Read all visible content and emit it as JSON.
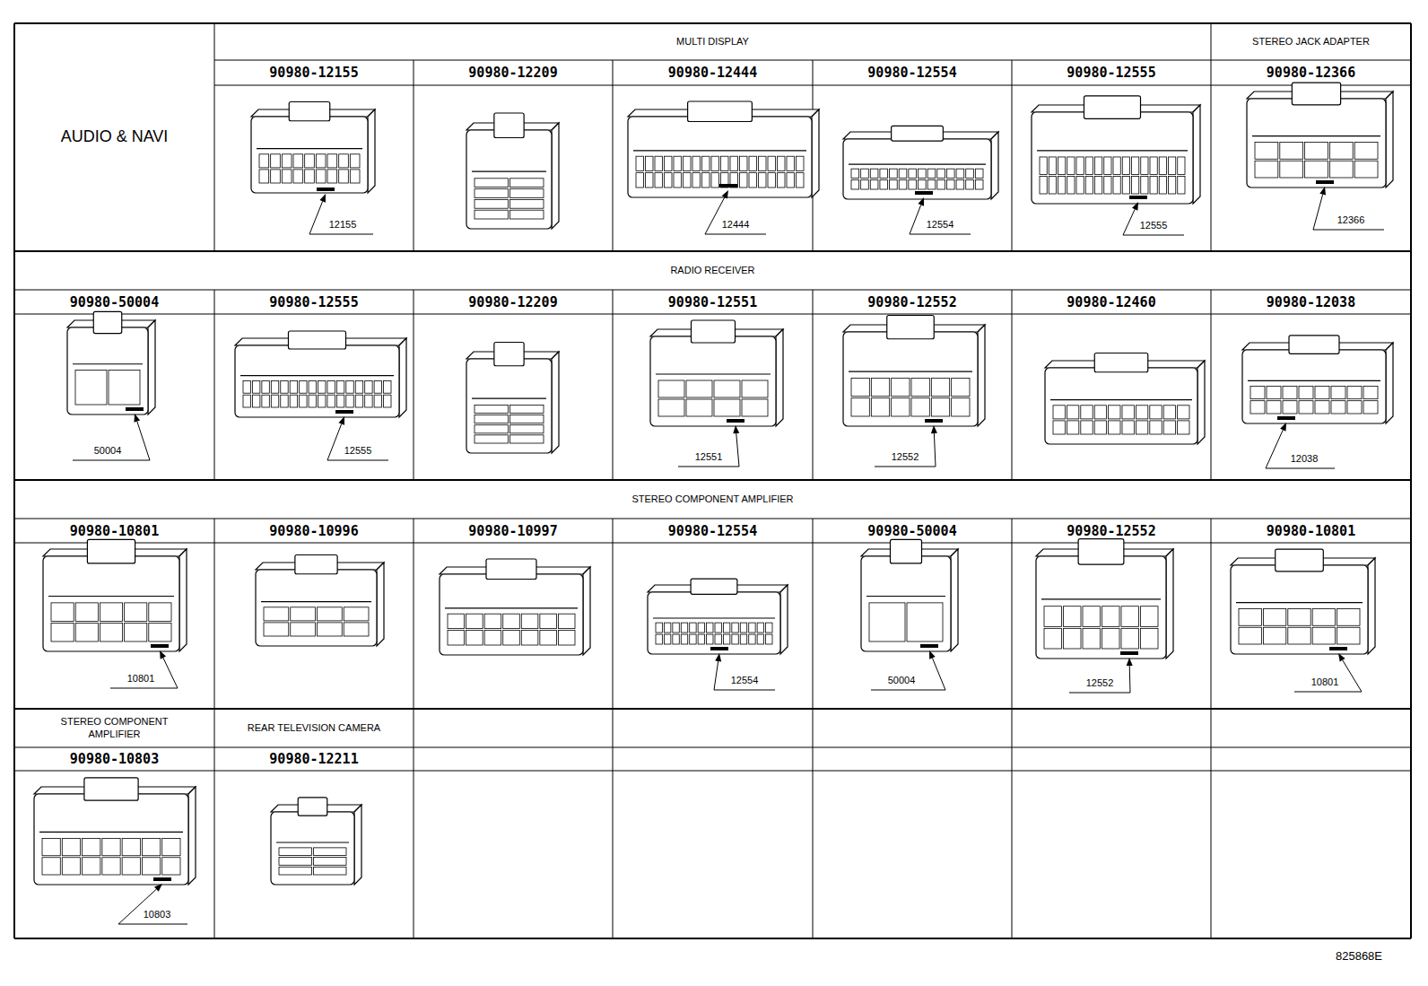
{
  "diagram": {
    "labels": [
      "AUDIO & NAVI",
      "MULTI DISPLAY",
      "STEREO JACK ADAPTER",
      "90980-12155",
      "90980-12209",
      "90980-12444",
      "90980-12554",
      "90980-12555",
      "90980-12366",
      "12155",
      "12444",
      "12554",
      "12555",
      "12366",
      "RADIO RECEIVER",
      "90980-50004",
      "90980-12555",
      "90980-12209",
      "90980-12551",
      "90980-12552",
      "90980-12460",
      "90980-12038",
      "50004",
      "12555",
      "12551",
      "12552",
      "12038",
      "STEREO COMPONENT AMPLIFIER",
      "90980-10801",
      "90980-10996",
      "90980-10997",
      "90980-12554",
      "90980-50004",
      "90980-12552",
      "90980-10801",
      "10801",
      "12554",
      "50004",
      "12552",
      "10801",
      "STEREO COMPONENT AMPLIFIER",
      "REAR TELEVISION CAMERA",
      "90980-10803",
      "90980-12211",
      "10803",
      "825868E"
    ]
  }
}
